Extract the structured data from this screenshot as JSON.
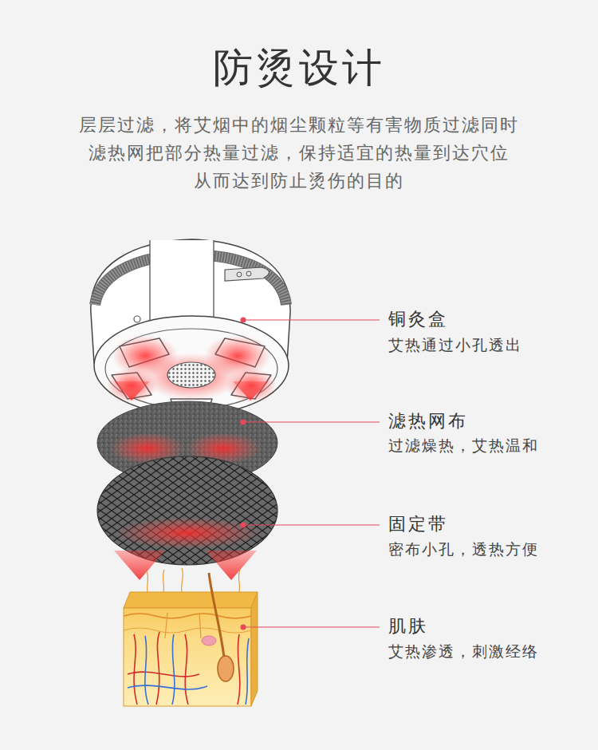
{
  "diagram": {
    "title": "防烫设计",
    "labels": [
      "层层过滤，将艾烟中的烟尘颗粒等有害物质过滤同时 滤热网把部分热量过滤，保持适宜的热量到达穴位 从而达到防止烫伤的目的",
      "铜灸盒",
      "艾热通过小孔透出",
      "滤热网布",
      "过滤燥热，艾热温和",
      "固定带",
      "密布小孔，透热方便",
      "肌肤",
      "艾热渗透，刺激经络"
    ]
  }
}
